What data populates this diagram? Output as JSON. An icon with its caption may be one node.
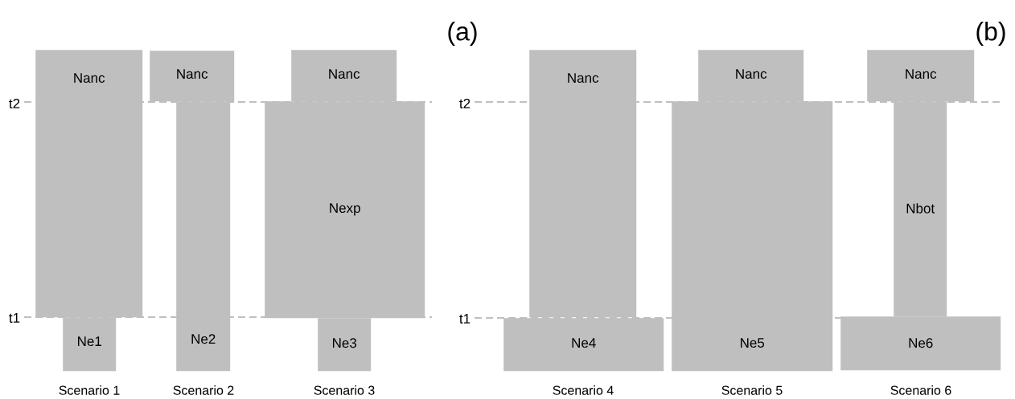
{
  "diagram": {
    "nodes": [
      {
        "text": [
          "Nanc"
        ]
      },
      {
        "text": [
          "Ne1"
        ]
      },
      {
        "text": [
          "Nanc"
        ]
      },
      {
        "text": [
          "Ne2"
        ]
      },
      {
        "text": [
          "Nanc"
        ]
      },
      {
        "text": [
          "Nexp"
        ]
      },
      {
        "text": [
          "Ne3"
        ]
      },
      {
        "text": [
          "Nanc"
        ]
      },
      {
        "text": [
          "Ne4"
        ]
      },
      {
        "text": [
          "Nanc"
        ]
      },
      {
        "text": [
          "Ne5"
        ]
      },
      {
        "text": [
          "Nanc"
        ]
      },
      {
        "text": [
          "Nbot"
        ]
      },
      {
        "text": [
          "Ne6"
        ]
      }
    ],
    "labels": [
      "(a)",
      "(b)",
      "t2",
      "t1",
      "t2",
      "t1",
      "Scenario 1",
      "Scenario 2",
      "Scenario 3",
      "Scenario 4",
      "Scenario 5",
      "Scenario 6"
    ]
  }
}
